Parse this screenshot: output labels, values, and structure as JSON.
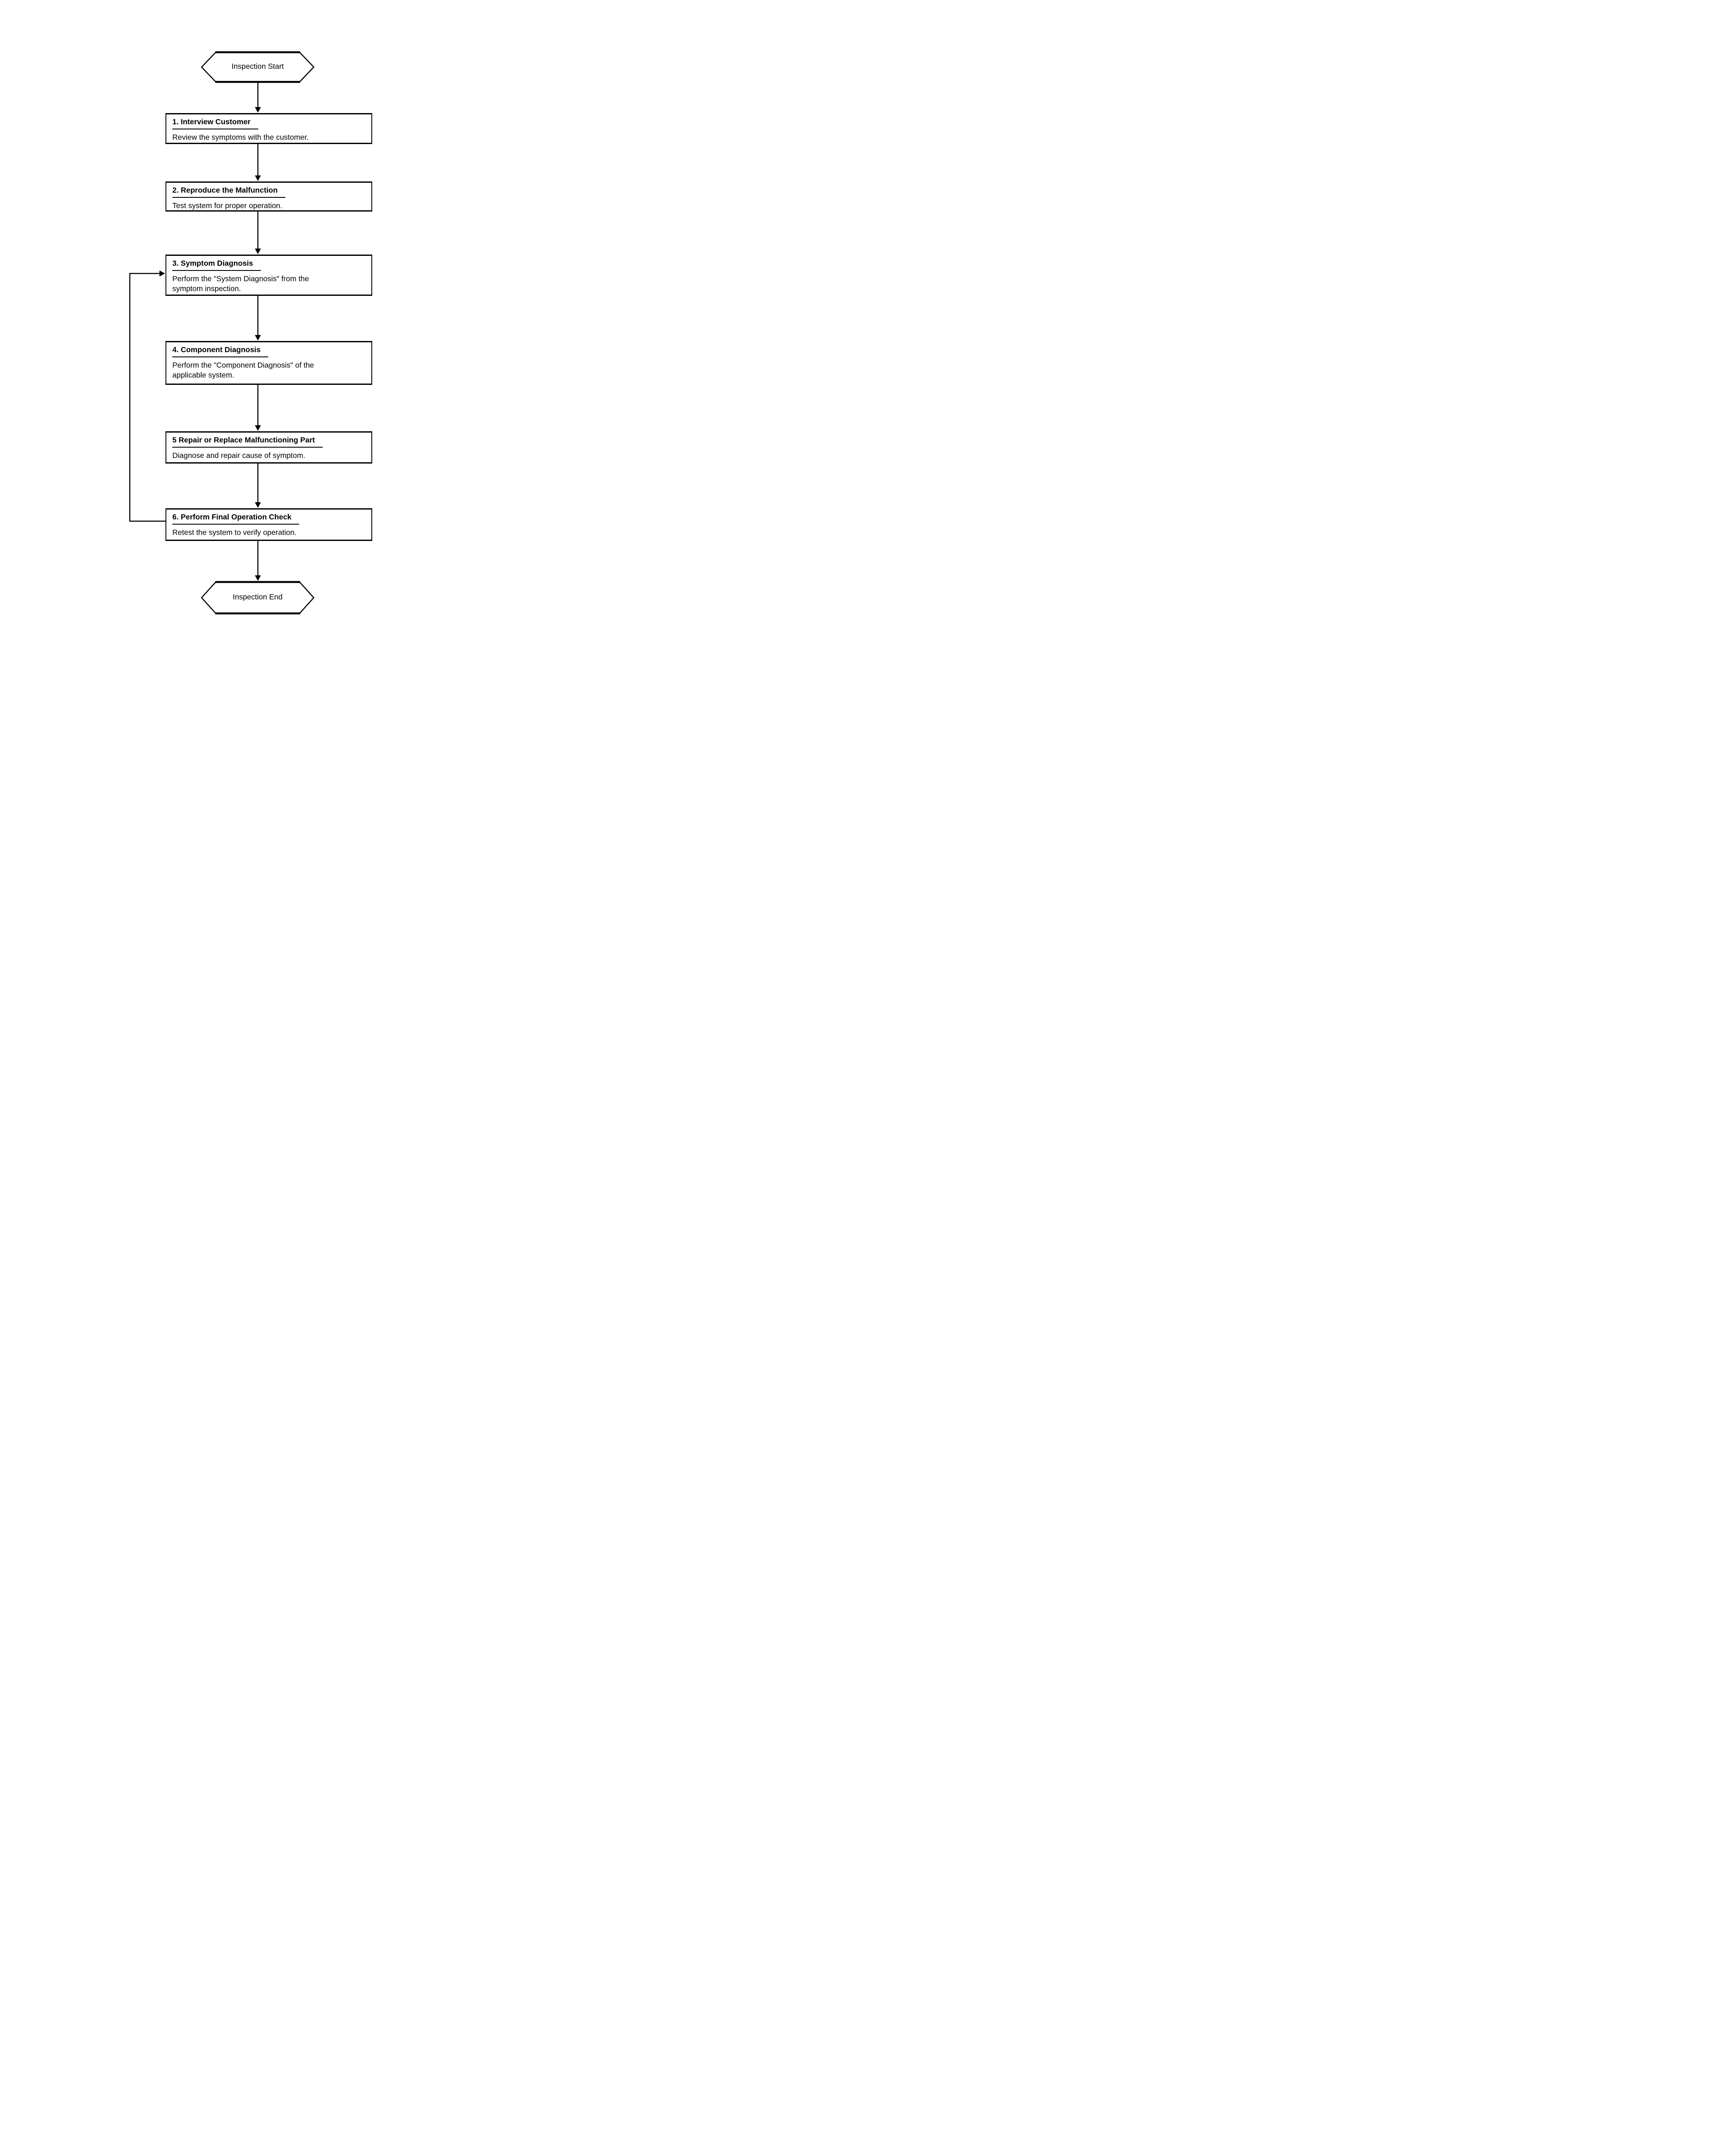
{
  "flowchart": {
    "start_label": "Inspection Start",
    "end_label": "Inspection End",
    "steps": [
      {
        "title": "1. Interview Customer",
        "body": "Review the symptoms with the customer."
      },
      {
        "title": "2. Reproduce the Malfunction",
        "body": "Test system for proper operation."
      },
      {
        "title": "3. Symptom Diagnosis",
        "body": "Perform the \"System Diagnosis\" from the\nsymptom inspection."
      },
      {
        "title": "4. Component Diagnosis",
        "body": "Perform the \"Component Diagnosis\" of the\napplicable system."
      },
      {
        "title": "5 Repair or Replace Malfunctioning Part",
        "body": "Diagnose and repair cause of symptom."
      },
      {
        "title": "6. Perform Final Operation Check",
        "body": "Retest the system to verify operation."
      }
    ],
    "connections": {
      "sequence": "start > 1 > 2 > 3 > 4 > 5 > 6 > end",
      "feedback_loop": "6 > 3"
    },
    "colors": {
      "line": "#000000",
      "text": "#000000",
      "background": "#ffffff",
      "shape_fill": "#ffffff"
    }
  }
}
